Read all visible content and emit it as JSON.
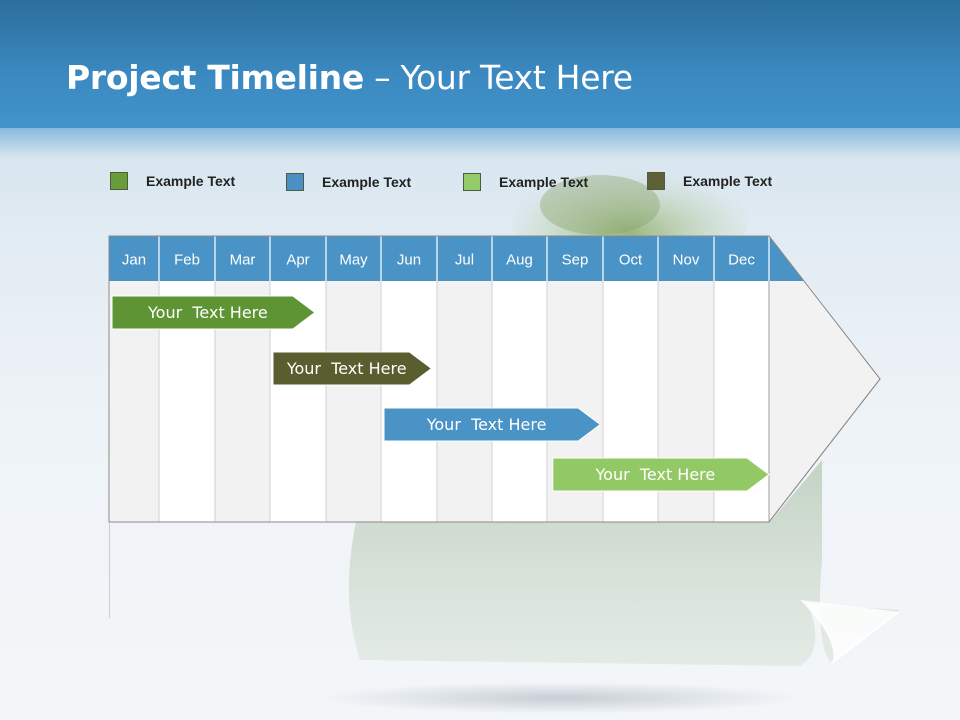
{
  "title": {
    "bold": "Project Timeline",
    "rest": " – Your Text Here"
  },
  "legend": [
    {
      "label": "Example Text",
      "color": "#6b9c3a"
    },
    {
      "label": "Example Text",
      "color": "#4a90c4"
    },
    {
      "label": "Example Text",
      "color": "#94cc6a"
    },
    {
      "label": "Example Text",
      "color": "#5f6035"
    }
  ],
  "chart_data": {
    "type": "gantt",
    "months": [
      "Jan",
      "Feb",
      "Mar",
      "Apr",
      "May",
      "Jun",
      "Jul",
      "Aug",
      "Sep",
      "Oct",
      "Nov",
      "Dec"
    ],
    "tasks": [
      {
        "label": "Your  Text Here",
        "start": 0.0,
        "end": 3.8,
        "color": "#5e9434"
      },
      {
        "label": "Your  Text Here",
        "start": 3.0,
        "end": 5.9,
        "color": "#5a5e2f"
      },
      {
        "label": "Your  Text Here",
        "start": 5.0,
        "end": 8.95,
        "color": "#4a93c6"
      },
      {
        "label": "Your  Text Here",
        "start": 8.05,
        "end": 12.0,
        "color": "#92c965"
      }
    ]
  },
  "colors": {
    "header": "#4294cb",
    "month_bar": "#4a93c6",
    "shade": "#f2f2f2"
  }
}
